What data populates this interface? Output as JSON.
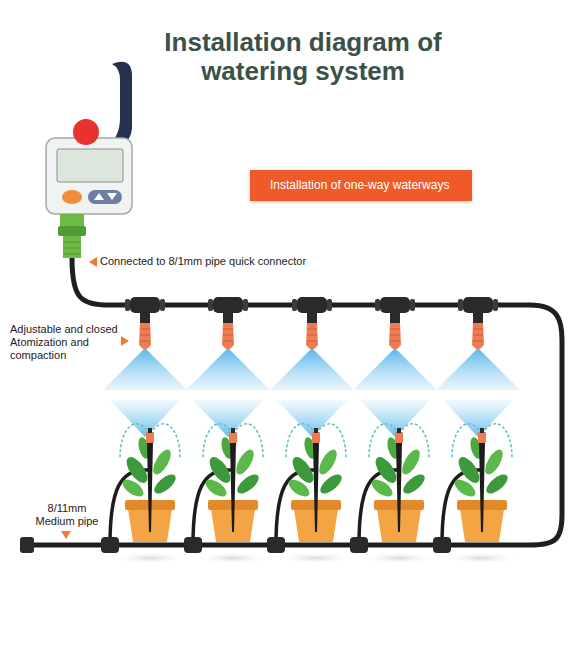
{
  "diagram": {
    "title": "Installation diagram of watering system",
    "nodes": [
      {
        "text": [
          "Installation of one-way waterways"
        ]
      }
    ],
    "labels": [
      "Connected to 8/1mm pipe quick connector",
      "Adjustable and closed Atomization and compaction",
      "8/11mm Medium pipe"
    ]
  }
}
